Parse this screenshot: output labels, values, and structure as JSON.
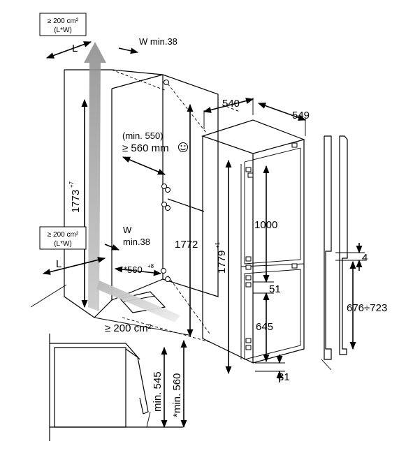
{
  "labels": {
    "vent_top_area": "≥ 200 cm²",
    "vent_top_sub": "(L*W)",
    "vent_mid_area": "≥ 200 cm²",
    "vent_mid_sub": "(L*W)",
    "vent_bottom": "≥ 200 cm²",
    "l_top": "L",
    "l_bottom": "L",
    "w_top": "W min.38",
    "w_mid_1": "W",
    "w_mid_2": "min.38",
    "niche_height": "1773",
    "niche_height_tol": "+7",
    "niche_depth_min": "(min. 550)",
    "niche_depth": "≥ 560 mm",
    "niche_width": "*560",
    "niche_width_tol": "+8",
    "door_height": "1772",
    "appliance_height": "1779",
    "appliance_height_tol": "+1",
    "appliance_width": "540",
    "appliance_depth": "549",
    "dim_1000": "1000",
    "dim_51": "51",
    "dim_645": "645",
    "dim_31": "31",
    "dim_4": "4",
    "dim_hinge": "676÷723",
    "plinth_depth_1": "min. 545",
    "plinth_depth_2": "*min. 560"
  },
  "icons": {
    "satisfied": "smiley-icon"
  }
}
